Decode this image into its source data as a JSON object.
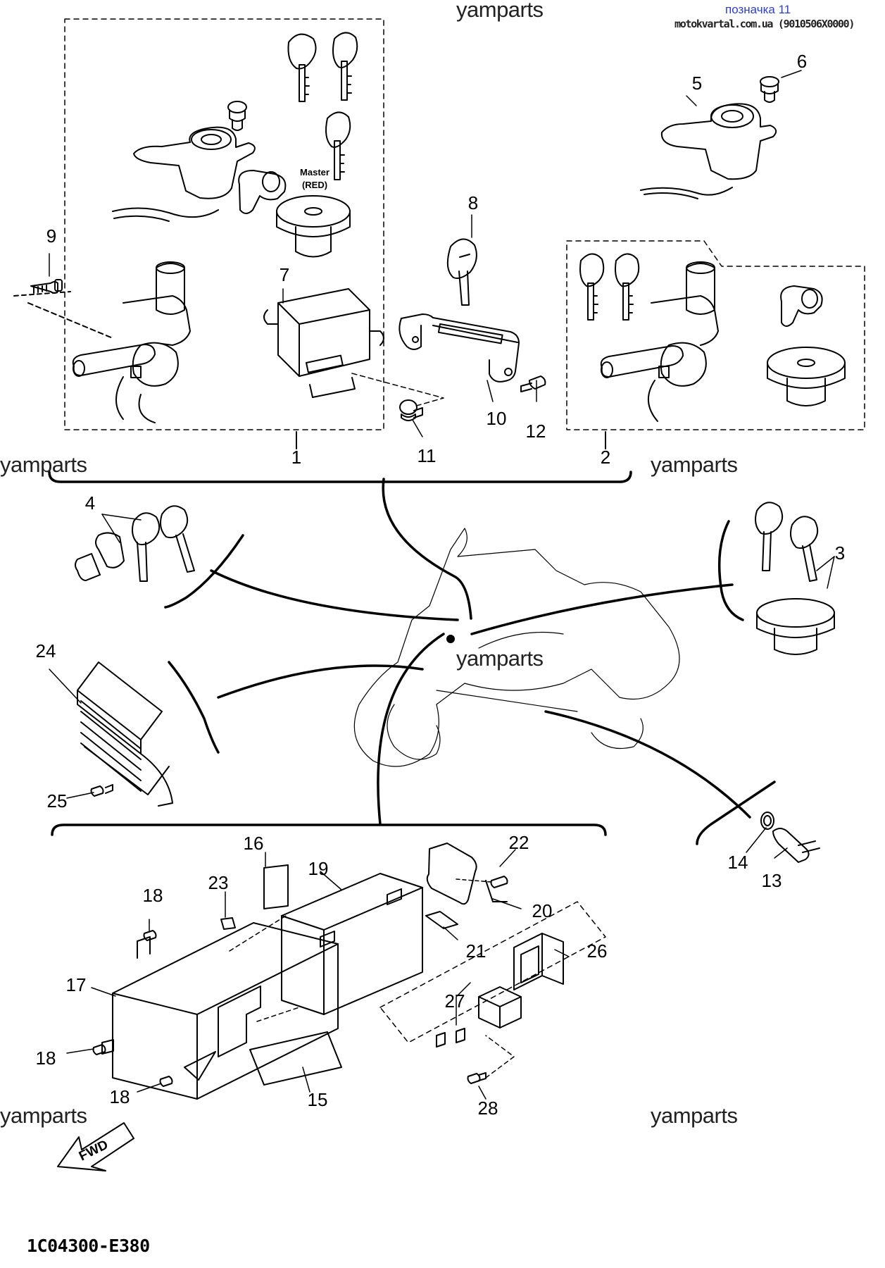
{
  "header": {
    "badge": "позначка 11",
    "site": "motokvartal.com.ua (9010506X0000)"
  },
  "watermark": "yamparts",
  "footer": {
    "catalog_code": "1C04300-E380"
  },
  "master_key_label": {
    "line1": "Master",
    "line2": "(RED)"
  },
  "fwd_label": "FWD",
  "callouts": {
    "p1": "1",
    "p2": "2",
    "p3": "3",
    "p4": "4",
    "p5": "5",
    "p6": "6",
    "p7": "7",
    "p8": "8",
    "p9": "9",
    "p10": "10",
    "p11": "11",
    "p12": "12",
    "p13": "13",
    "p14": "14",
    "p15": "15",
    "p16": "16",
    "p17": "17",
    "p18a": "18",
    "p18b": "18",
    "p18c": "18",
    "p19": "19",
    "p20": "20",
    "p21": "21",
    "p22": "22",
    "p23": "23",
    "p24": "24",
    "p25": "25",
    "p26": "26",
    "p27": "27",
    "p28": "28"
  }
}
